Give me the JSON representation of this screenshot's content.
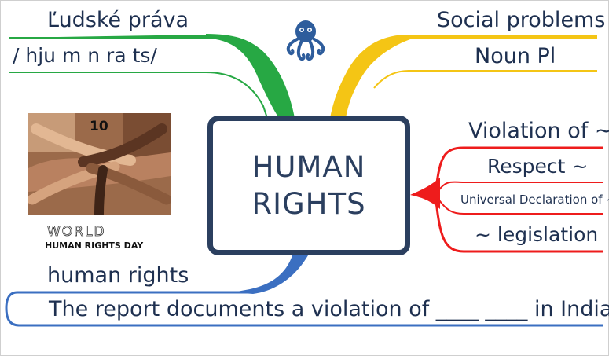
{
  "green_branch": {
    "title": "Ľudské práva",
    "transcription": "/  hju   m   n ra   ts/"
  },
  "yellow_branch": {
    "title": "Social problems",
    "pos": "Noun Pl"
  },
  "red_branch": {
    "items": [
      "Violation of ~",
      "Respect ~",
      "Universal Declaration of ~",
      "~ legislation"
    ]
  },
  "blue_branch": {
    "title": "human rights",
    "sentence": "The report documents a violation of ____ ____ in India."
  },
  "center": {
    "line1": "HUMAN",
    "line2": "RIGHTS"
  },
  "image": {
    "badge": "10",
    "world": "WORLD",
    "caption": "HUMAN RIGHTS DAY"
  },
  "colors": {
    "green": "#27a844",
    "yellow": "#f4c515",
    "red": "#ee1c1c",
    "blue": "#3b6fc1",
    "center": "#2b3f5f"
  },
  "icons": [
    "octopus-icon"
  ]
}
